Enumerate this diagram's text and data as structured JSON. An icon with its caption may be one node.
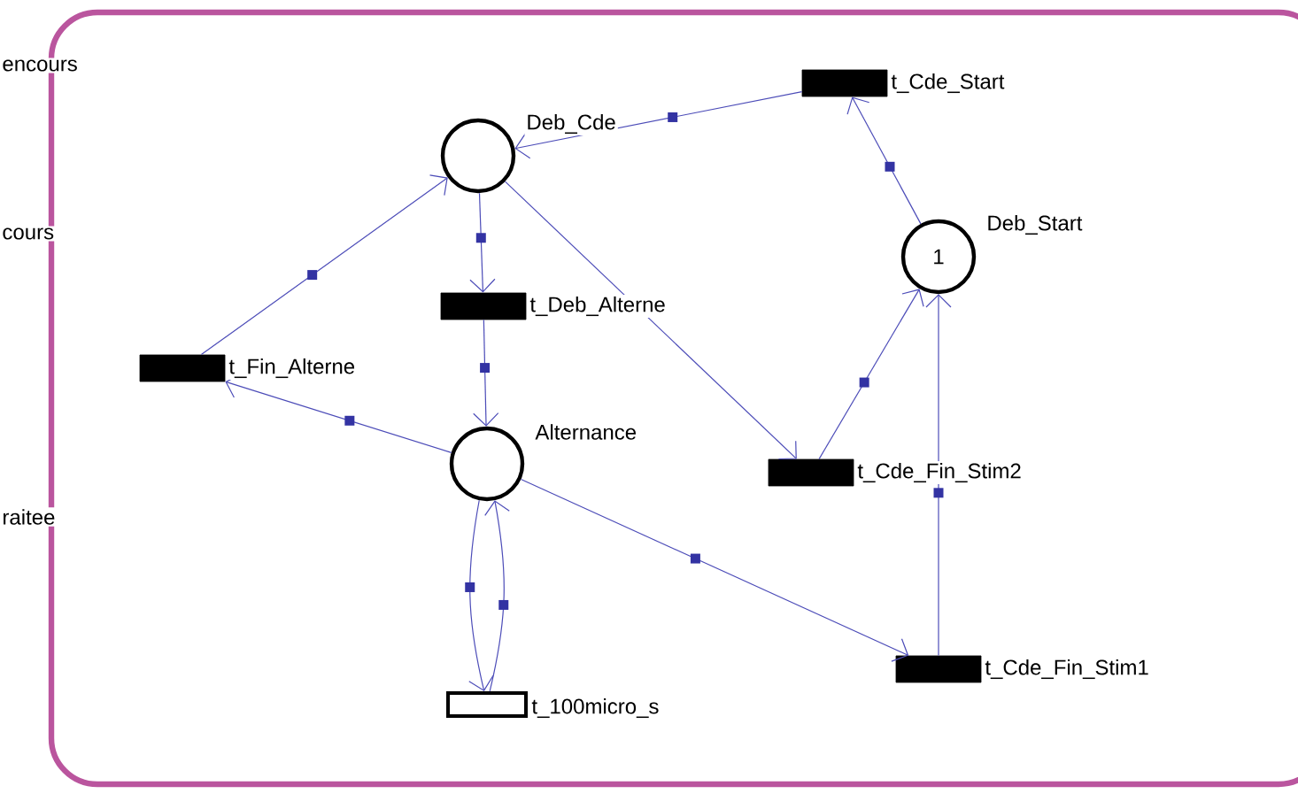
{
  "diagram": {
    "nodes": [
      {
        "text": [],
        "shape": "circle",
        "beside": [
          "Deb_Cde"
        ]
      },
      {
        "text": [],
        "shape": "bar",
        "beside": [
          "t_Cde_Start"
        ]
      },
      {
        "text": [
          "1"
        ],
        "beside": [
          "Deb_Start"
        ]
      },
      {
        "text": [],
        "shape": "bar",
        "beside": [
          "t_Deb_Alterne"
        ]
      },
      {
        "text": [],
        "shape": "bar",
        "beside": [
          "t_Fin_Alterne"
        ]
      },
      {
        "text": [],
        "shape": "circle",
        "beside": [
          "Alternance"
        ]
      },
      {
        "text": [],
        "shape": "bar",
        "beside": [
          "t_Cde_Fin_Stim2"
        ]
      },
      {
        "text": [],
        "shape": "bar",
        "beside": [
          "t_Cde_Fin_Stim1"
        ]
      },
      {
        "text": [],
        "shape": "box",
        "beside": [
          "t_100micro_s"
        ]
      }
    ],
    "edges": [
      {
        "from": 1,
        "to": 0,
        "arrow": "to"
      },
      {
        "from": 2,
        "to": 1,
        "arrow": "to"
      },
      {
        "from": 0,
        "to": 3,
        "arrow": "to"
      },
      {
        "from": 3,
        "to": 5,
        "arrow": "to"
      },
      {
        "from": 4,
        "to": 0,
        "arrow": "to"
      },
      {
        "from": 5,
        "to": 4,
        "arrow": "to"
      },
      {
        "from": 0,
        "to": 6,
        "arrow": "to"
      },
      {
        "from": 6,
        "to": 2,
        "arrow": "to"
      },
      {
        "from": 7,
        "to": 2,
        "arrow": "to"
      },
      {
        "from": 5,
        "to": 7,
        "arrow": "to"
      },
      {
        "from": 5,
        "to": 8,
        "arrow": "to"
      },
      {
        "from": 8,
        "to": 5,
        "arrow": "to"
      }
    ],
    "labels": [
      "encours",
      "cours",
      "raitee"
    ]
  }
}
